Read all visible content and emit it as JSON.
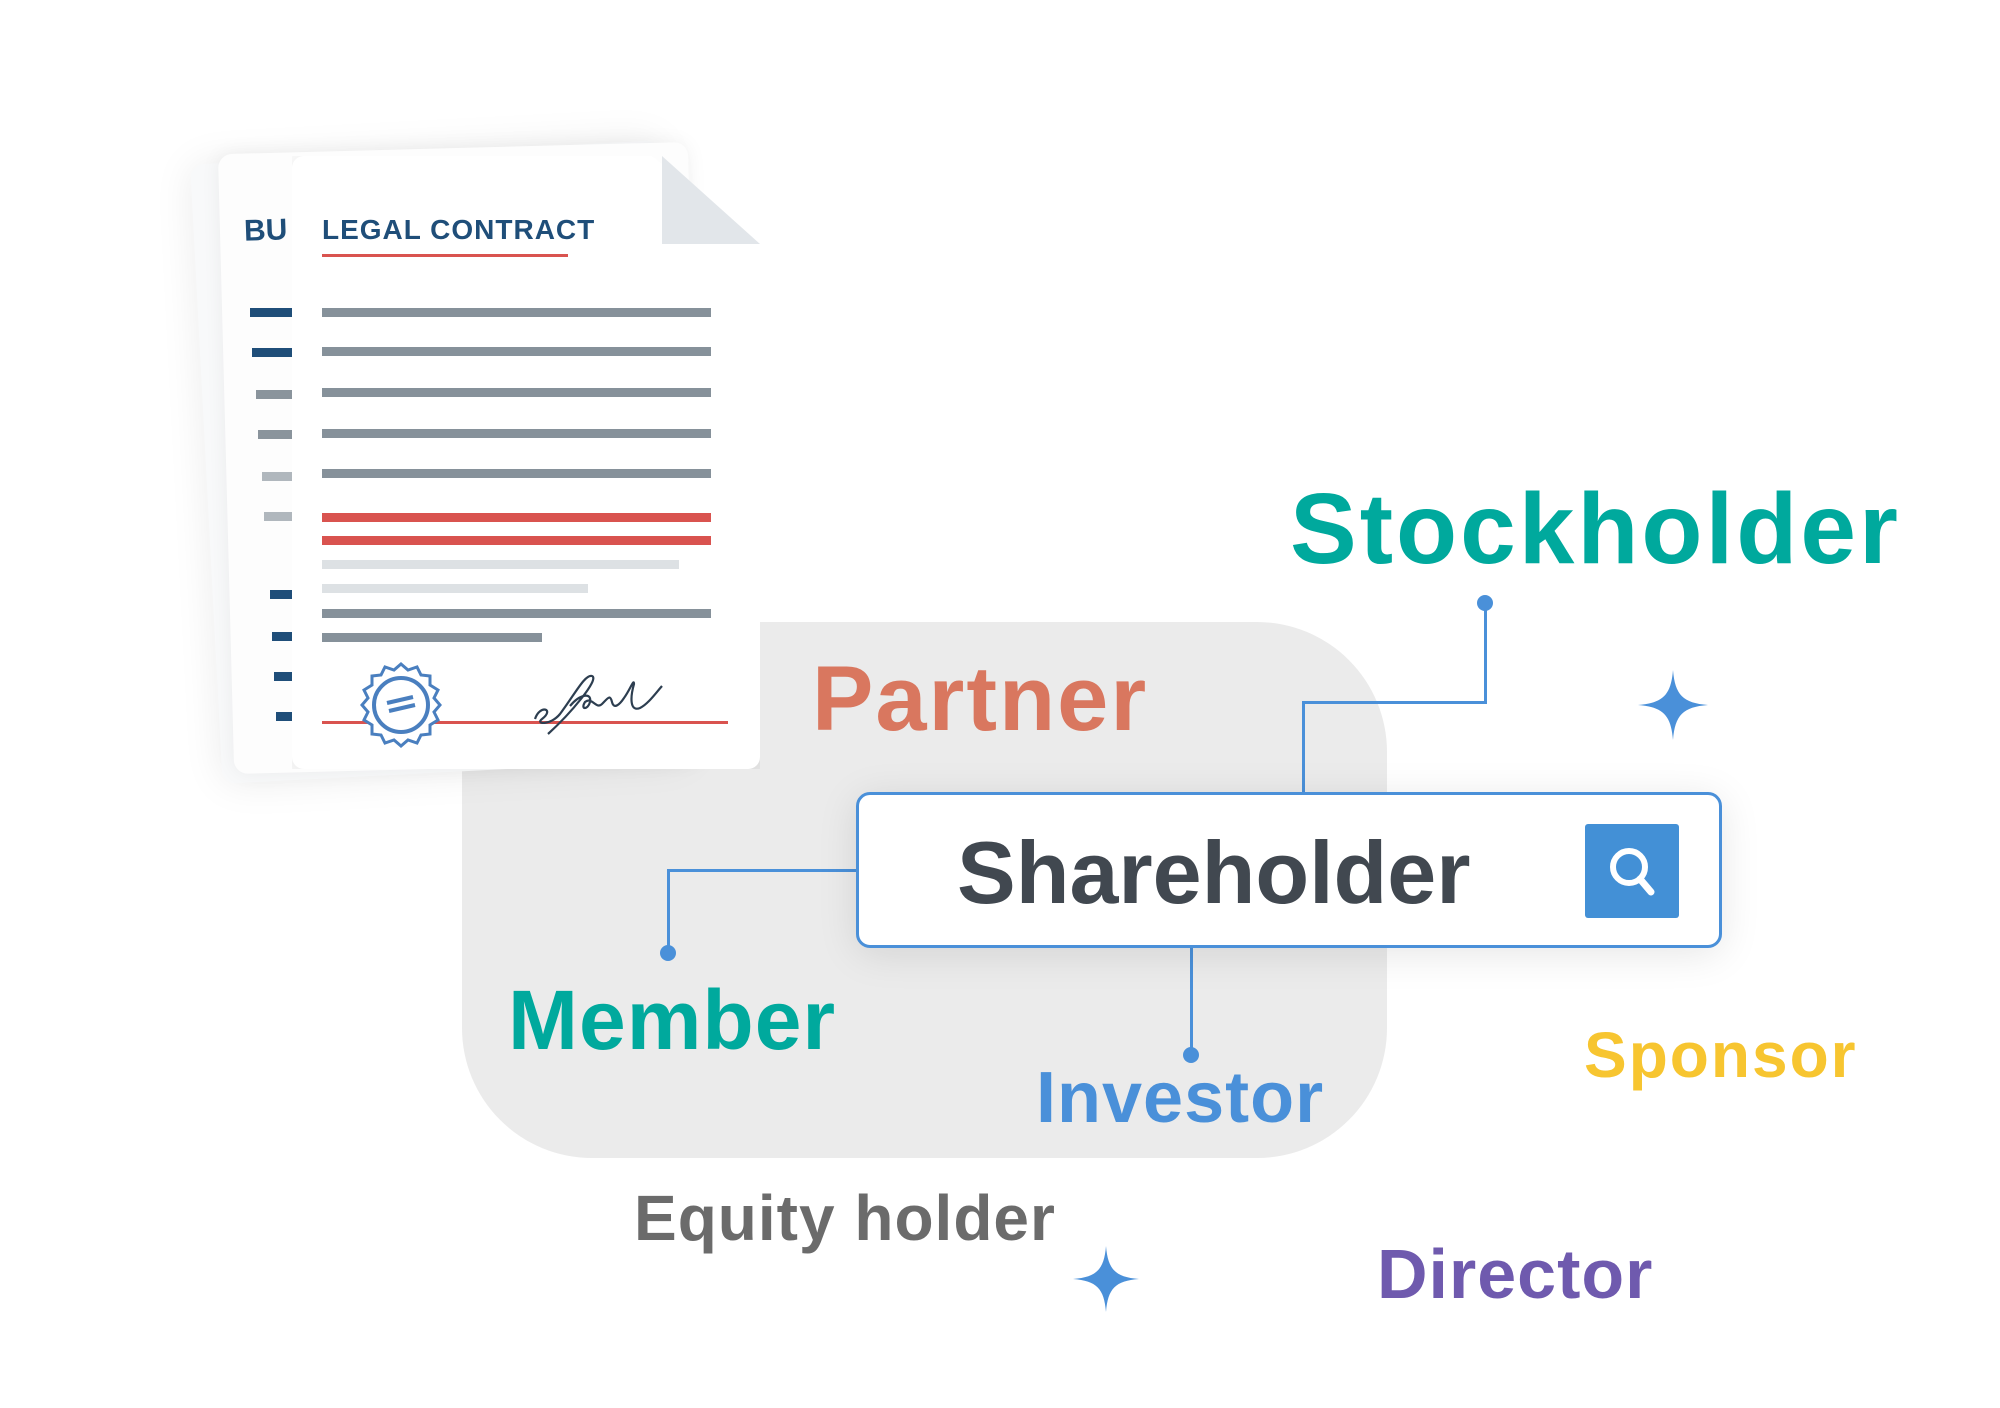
{
  "documents": {
    "back_title": "BU",
    "front_title": "LEGAL CONTRACT"
  },
  "search": {
    "value": "Shareholder",
    "button_icon": "search-icon"
  },
  "terms": {
    "stockholder": "Stockholder",
    "partner": "Partner",
    "member": "Member",
    "investor": "Investor",
    "sponsor": "Sponsor",
    "equity_holder": "Equity holder",
    "director": "Director"
  },
  "colors": {
    "teal": "#00a99d",
    "partner": "#d9775f",
    "blue": "#4a90d9",
    "sponsor": "#f7c530",
    "equity": "#6b6b6b",
    "director": "#6f5aae",
    "navy": "#1f4e79",
    "red": "#d9534f"
  }
}
